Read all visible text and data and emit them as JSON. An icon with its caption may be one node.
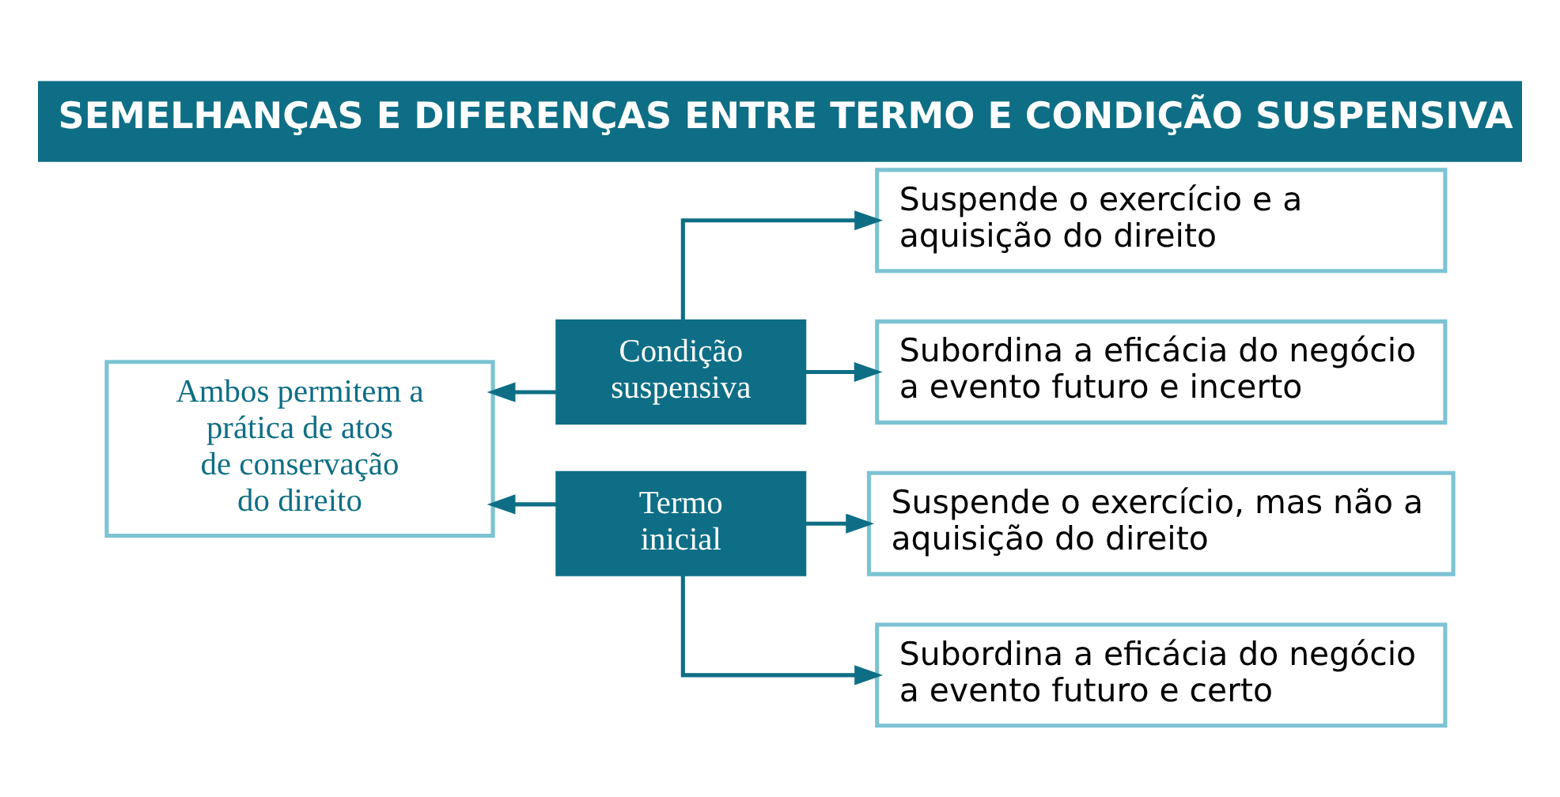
{
  "diagram": {
    "title": "SEMELHANÇAS E DIFERENÇAS ENTRE TERMO E CONDIÇÃO SUSPENSIVA",
    "nodes": [
      {
        "text": [
          "Ambos permitem a prática de atos de conservação do direito"
        ]
      },
      {
        "text": [
          "Condição suspensiva"
        ]
      },
      {
        "text": [
          "Termo inicial"
        ]
      },
      {
        "text": [
          "Suspende o exercício e a aquisição do direito"
        ]
      },
      {
        "text": [
          "Subordina a eficácia do negócio a evento futuro e incerto"
        ]
      },
      {
        "text": [
          "Suspende o exercício, mas não a aquisição do direito"
        ]
      },
      {
        "text": [
          "Subordina a eficácia do negócio a evento futuro e certo"
        ]
      }
    ],
    "edges": [
      {
        "from": 1,
        "to": 0,
        "arrow": "to"
      },
      {
        "from": 2,
        "to": 0,
        "arrow": "to"
      },
      {
        "from": 1,
        "to": 3,
        "arrow": "to"
      },
      {
        "from": 1,
        "to": 4,
        "arrow": "to"
      },
      {
        "from": 2,
        "to": 5,
        "arrow": "to"
      },
      {
        "from": 2,
        "to": 6,
        "arrow": "to"
      }
    ]
  }
}
